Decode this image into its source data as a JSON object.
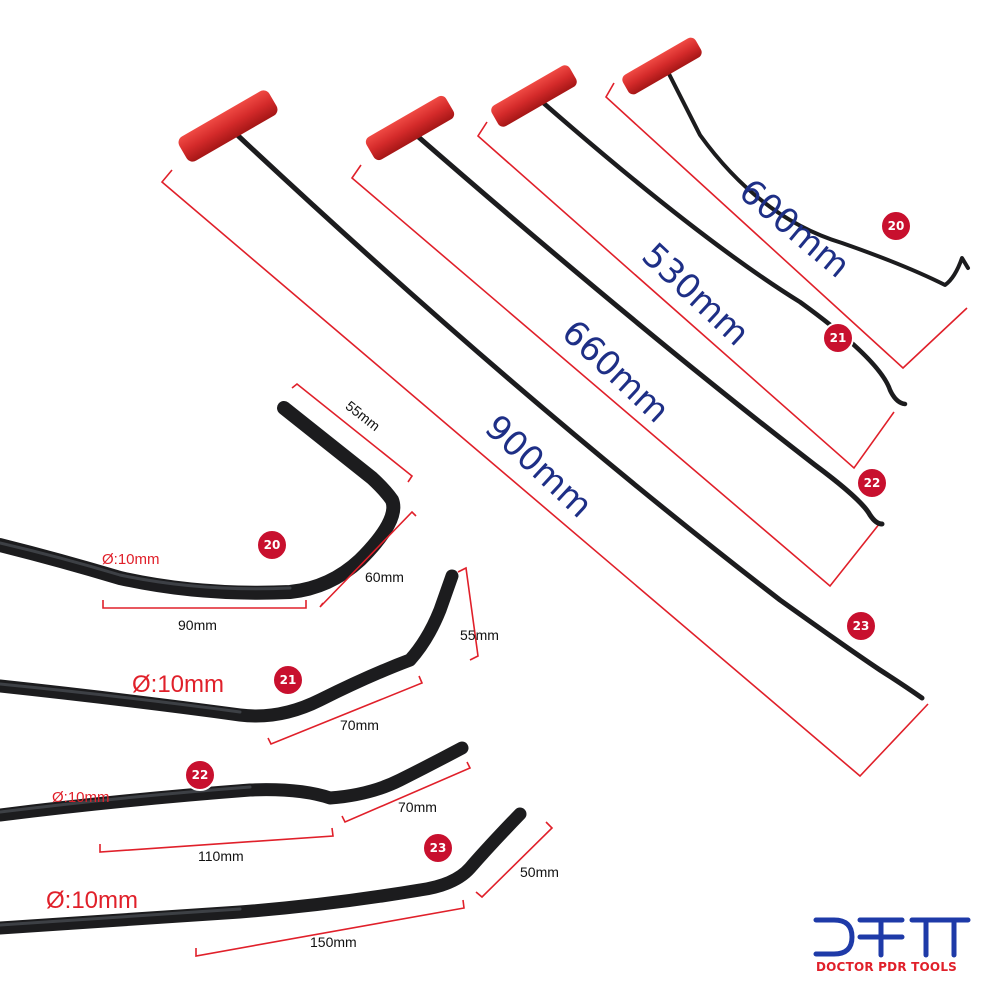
{
  "tools": [
    {
      "number": "20",
      "length": "600mm"
    },
    {
      "number": "21",
      "length": "530mm"
    },
    {
      "number": "22",
      "length": "660mm"
    },
    {
      "number": "23",
      "length": "900mm"
    }
  ],
  "details": {
    "t20": {
      "number": "20",
      "diameter": "Ø:10mm",
      "d1": "55mm",
      "d2": "60mm",
      "d3": "90mm"
    },
    "t21": {
      "number": "21",
      "diameter": "Ø:10mm",
      "d1": "55mm",
      "d2": "70mm"
    },
    "t22": {
      "number": "22",
      "diameter": "Ø:10mm",
      "d1": "70mm",
      "d2": "110mm"
    },
    "t23": {
      "number": "23",
      "diameter": "Ø:10mm",
      "d1": "50mm",
      "d2": "150mm"
    }
  },
  "brand": {
    "name": "DOCTOR PDR TOOLS"
  },
  "colors": {
    "handle": "#d42a2a",
    "rod": "#1c1c1e",
    "dimension_line": "#e0202a",
    "badge": "#c8102e",
    "length_text": "#1e2f86",
    "logo_blue": "#1e3aa8"
  }
}
